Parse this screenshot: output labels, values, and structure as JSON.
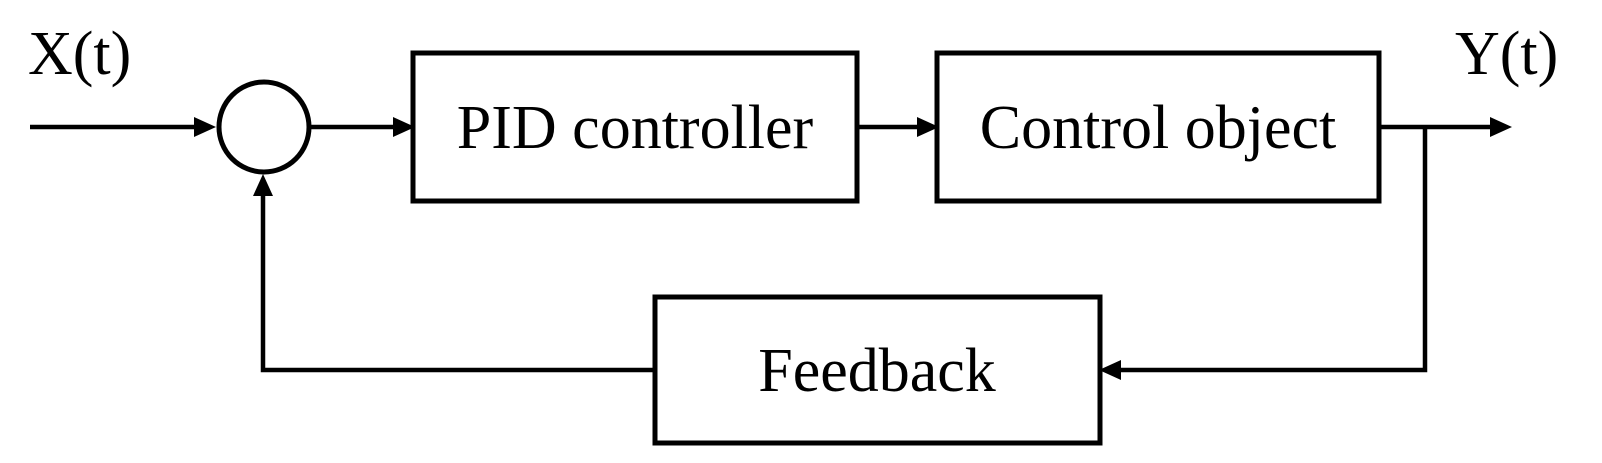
{
  "diagram": {
    "type": "control-loop-block-diagram",
    "input_label": "X(t)",
    "output_label": "Y(t)",
    "blocks": {
      "pid": {
        "label": "PID controller"
      },
      "plant": {
        "label": "Control object"
      },
      "feedback": {
        "label": "Feedback"
      }
    },
    "nodes": {
      "summing_junction": "circle"
    },
    "colors": {
      "line": "#000000",
      "background": "#ffffff",
      "text": "#000000"
    }
  }
}
